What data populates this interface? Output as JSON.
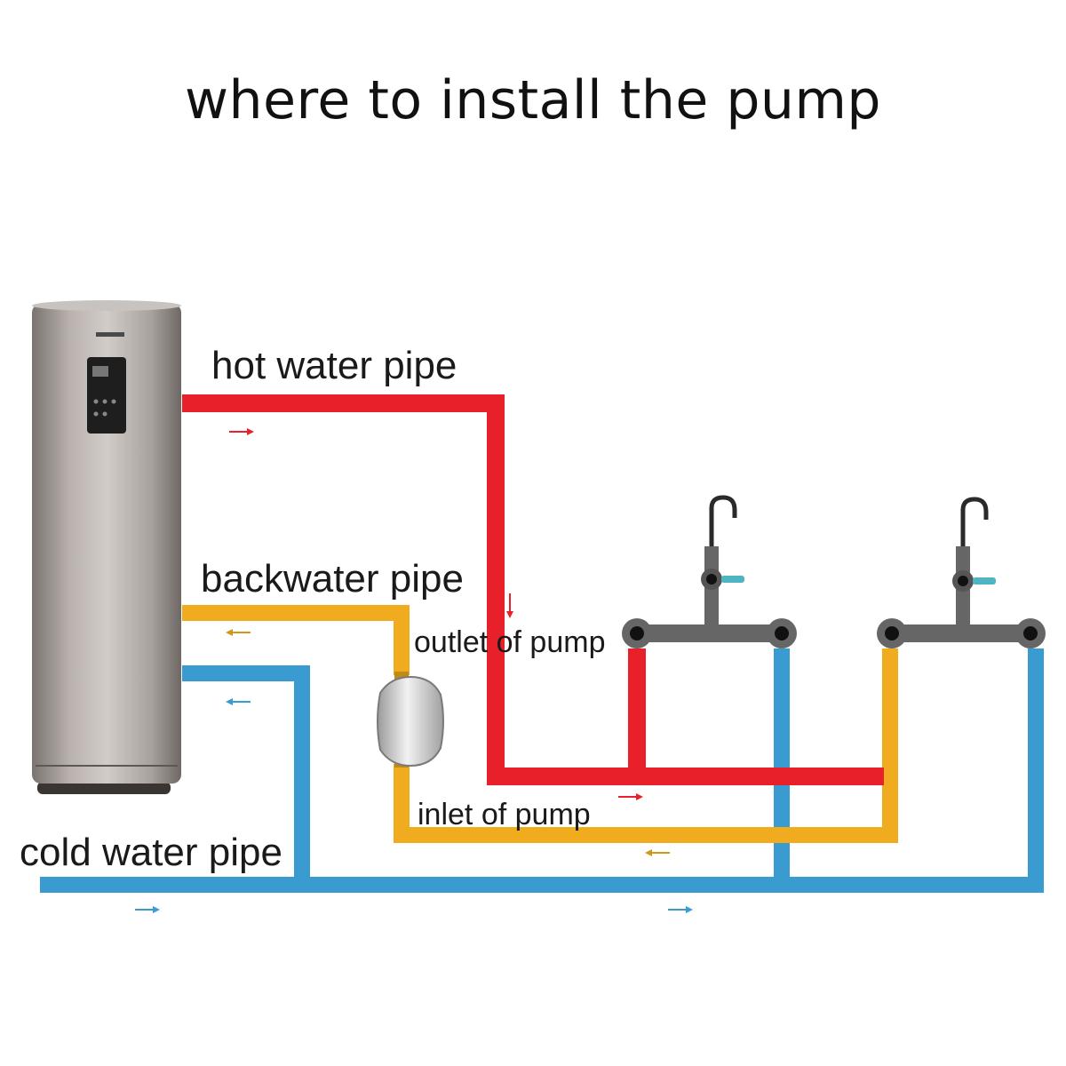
{
  "title": "where to install the pump",
  "labels": {
    "hot": "hot water pipe",
    "back": "backwater pipe",
    "cold": "cold water pipe",
    "outlet": "outlet of pump",
    "inlet": "inlet of pump"
  },
  "colors": {
    "hot": "#e8202a",
    "back": "#f0ac1e",
    "cold": "#3a9bd0",
    "fixture": "#666666"
  },
  "icons": {
    "heater": "water-heater-icon",
    "pump": "circulation-pump-icon",
    "faucet": "faucet-icon"
  }
}
